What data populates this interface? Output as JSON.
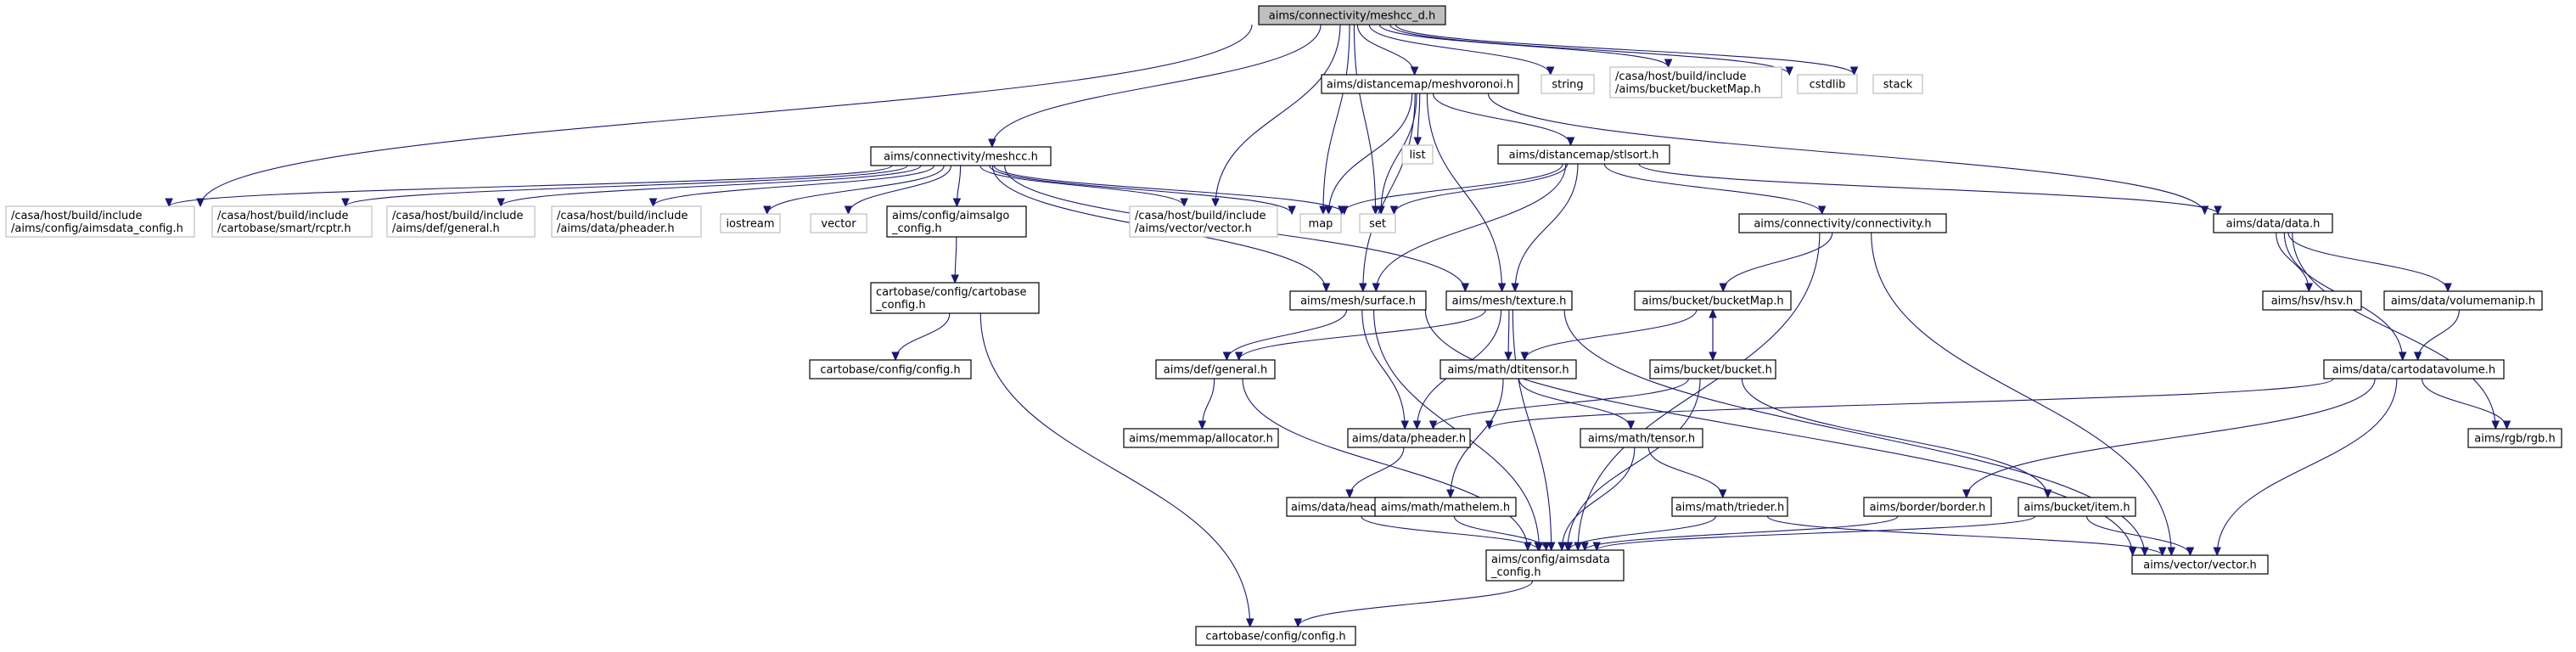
{
  "colors": {
    "edge": "#191970",
    "root_fill": "#bfbfbf",
    "external_border": "#bfbfbf",
    "node_border": "#000000"
  },
  "nodes": [
    {
      "id": "root",
      "lines": [
        "aims/connectivity/meshcc_d.h"
      ],
      "kind": "root"
    },
    {
      "id": "meshvoronoi",
      "lines": [
        "aims/distancemap/meshvoronoi.h"
      ],
      "kind": "file"
    },
    {
      "id": "string",
      "lines": [
        "string"
      ],
      "kind": "external"
    },
    {
      "id": "bucketmap_ext",
      "lines": [
        "/casa/host/build/include",
        "/aims/bucket/bucketMap.h"
      ],
      "kind": "external"
    },
    {
      "id": "cstdlib",
      "lines": [
        "cstdlib"
      ],
      "kind": "external"
    },
    {
      "id": "stack",
      "lines": [
        "stack"
      ],
      "kind": "external"
    },
    {
      "id": "list",
      "lines": [
        "list"
      ],
      "kind": "external"
    },
    {
      "id": "meshcc",
      "lines": [
        "aims/connectivity/meshcc.h"
      ],
      "kind": "file"
    },
    {
      "id": "stlsort",
      "lines": [
        "aims/distancemap/stlsort.h"
      ],
      "kind": "file"
    },
    {
      "id": "aimsdata_config_ext",
      "lines": [
        "/casa/host/build/include",
        "/aims/config/aimsdata_config.h"
      ],
      "kind": "external"
    },
    {
      "id": "rcptr_ext",
      "lines": [
        "/casa/host/build/include",
        "/cartobase/smart/rcptr.h"
      ],
      "kind": "external"
    },
    {
      "id": "general_ext",
      "lines": [
        "/casa/host/build/include",
        "/aims/def/general.h"
      ],
      "kind": "external"
    },
    {
      "id": "pheader_ext",
      "lines": [
        "/casa/host/build/include",
        "/aims/data/pheader.h"
      ],
      "kind": "external"
    },
    {
      "id": "iostream",
      "lines": [
        "iostream"
      ],
      "kind": "external"
    },
    {
      "id": "vector",
      "lines": [
        "vector"
      ],
      "kind": "external"
    },
    {
      "id": "aimsalgo_config",
      "lines": [
        "aims/config/aimsalgo",
        "_config.h"
      ],
      "kind": "file"
    },
    {
      "id": "vector_ext",
      "lines": [
        "/casa/host/build/include",
        "/aims/vector/vector.h"
      ],
      "kind": "external"
    },
    {
      "id": "map",
      "lines": [
        "map"
      ],
      "kind": "external"
    },
    {
      "id": "set",
      "lines": [
        "set"
      ],
      "kind": "external"
    },
    {
      "id": "connectivity",
      "lines": [
        "aims/connectivity/connectivity.h"
      ],
      "kind": "file"
    },
    {
      "id": "data",
      "lines": [
        "aims/data/data.h"
      ],
      "kind": "file"
    },
    {
      "id": "cartobase_config",
      "lines": [
        "cartobase/config/cartobase",
        "_config.h"
      ],
      "kind": "file"
    },
    {
      "id": "surface",
      "lines": [
        "aims/mesh/surface.h"
      ],
      "kind": "file"
    },
    {
      "id": "texture",
      "lines": [
        "aims/mesh/texture.h"
      ],
      "kind": "file"
    },
    {
      "id": "bucketMap",
      "lines": [
        "aims/bucket/bucketMap.h"
      ],
      "kind": "file"
    },
    {
      "id": "hsv",
      "lines": [
        "aims/hsv/hsv.h"
      ],
      "kind": "file"
    },
    {
      "id": "volumemanip",
      "lines": [
        "aims/data/volumemanip.h"
      ],
      "kind": "file"
    },
    {
      "id": "cb_config_small",
      "lines": [
        "cartobase/config/config.h"
      ],
      "kind": "file"
    },
    {
      "id": "general",
      "lines": [
        "aims/def/general.h"
      ],
      "kind": "file"
    },
    {
      "id": "dtitensor",
      "lines": [
        "aims/math/dtitensor.h"
      ],
      "kind": "file"
    },
    {
      "id": "bucket",
      "lines": [
        "aims/bucket/bucket.h"
      ],
      "kind": "file"
    },
    {
      "id": "cartodatavolume",
      "lines": [
        "aims/data/cartodatavolume.h"
      ],
      "kind": "file"
    },
    {
      "id": "allocator",
      "lines": [
        "aims/memmap/allocator.h"
      ],
      "kind": "file"
    },
    {
      "id": "pheader",
      "lines": [
        "aims/data/pheader.h"
      ],
      "kind": "file"
    },
    {
      "id": "tensor",
      "lines": [
        "aims/math/tensor.h"
      ],
      "kind": "file"
    },
    {
      "id": "rgb",
      "lines": [
        "aims/rgb/rgb.h"
      ],
      "kind": "file"
    },
    {
      "id": "header",
      "lines": [
        "aims/data/header.h"
      ],
      "kind": "file"
    },
    {
      "id": "mathelem",
      "lines": [
        "aims/math/mathelem.h"
      ],
      "kind": "file"
    },
    {
      "id": "trieder",
      "lines": [
        "aims/math/trieder.h"
      ],
      "kind": "file"
    },
    {
      "id": "border",
      "lines": [
        "aims/border/border.h"
      ],
      "kind": "file"
    },
    {
      "id": "item",
      "lines": [
        "aims/bucket/item.h"
      ],
      "kind": "file"
    },
    {
      "id": "aimsdata_config",
      "lines": [
        "aims/config/aimsdata",
        "_config.h"
      ],
      "kind": "file"
    },
    {
      "id": "vector_h",
      "lines": [
        "aims/vector/vector.h"
      ],
      "kind": "file"
    },
    {
      "id": "cb_config_bottom",
      "lines": [
        "cartobase/config/config.h"
      ],
      "kind": "file"
    }
  ],
  "edges": [
    [
      "root",
      "meshvoronoi"
    ],
    [
      "root",
      "string"
    ],
    [
      "root",
      "bucketmap_ext"
    ],
    [
      "root",
      "cstdlib"
    ],
    [
      "root",
      "stack"
    ],
    [
      "root",
      "meshcc"
    ],
    [
      "root",
      "aimsdata_config_ext"
    ],
    [
      "root",
      "vector_ext"
    ],
    [
      "root",
      "map"
    ],
    [
      "root",
      "set"
    ],
    [
      "meshvoronoi",
      "list"
    ],
    [
      "meshvoronoi",
      "stlsort"
    ],
    [
      "meshvoronoi",
      "data"
    ],
    [
      "meshvoronoi",
      "map"
    ],
    [
      "meshvoronoi",
      "set"
    ],
    [
      "meshvoronoi",
      "surface"
    ],
    [
      "meshvoronoi",
      "texture"
    ],
    [
      "meshcc",
      "aimsdata_config_ext"
    ],
    [
      "meshcc",
      "rcptr_ext"
    ],
    [
      "meshcc",
      "general_ext"
    ],
    [
      "meshcc",
      "pheader_ext"
    ],
    [
      "meshcc",
      "iostream"
    ],
    [
      "meshcc",
      "vector"
    ],
    [
      "meshcc",
      "aimsalgo_config"
    ],
    [
      "meshcc",
      "vector_ext"
    ],
    [
      "meshcc",
      "map"
    ],
    [
      "meshcc",
      "set"
    ],
    [
      "meshcc",
      "surface"
    ],
    [
      "meshcc",
      "texture"
    ],
    [
      "stlsort",
      "map"
    ],
    [
      "stlsort",
      "set"
    ],
    [
      "stlsort",
      "connectivity"
    ],
    [
      "stlsort",
      "data"
    ],
    [
      "stlsort",
      "surface"
    ],
    [
      "stlsort",
      "texture"
    ],
    [
      "aimsalgo_config",
      "cartobase_config"
    ],
    [
      "cartobase_config",
      "cb_config_small"
    ],
    [
      "cartobase_config",
      "cb_config_bottom"
    ],
    [
      "connectivity",
      "bucketMap"
    ],
    [
      "connectivity",
      "aimsdata_config"
    ],
    [
      "connectivity",
      "vector_h"
    ],
    [
      "data",
      "hsv"
    ],
    [
      "data",
      "volumemanip"
    ],
    [
      "data",
      "cartodatavolume"
    ],
    [
      "data",
      "rgb"
    ],
    [
      "volumemanip",
      "cartodatavolume"
    ],
    [
      "surface",
      "general"
    ],
    [
      "surface",
      "pheader"
    ],
    [
      "surface",
      "vector_h"
    ],
    [
      "surface",
      "aimsdata_config"
    ],
    [
      "texture",
      "general"
    ],
    [
      "texture",
      "dtitensor"
    ],
    [
      "texture",
      "pheader"
    ],
    [
      "texture",
      "vector_h"
    ],
    [
      "texture",
      "aimsdata_config"
    ],
    [
      "bucketMap",
      "bucket"
    ],
    [
      "bucketMap",
      "dtitensor"
    ],
    [
      "bucket",
      "bucketMap"
    ],
    [
      "bucket",
      "pheader"
    ],
    [
      "bucket",
      "item"
    ],
    [
      "bucket",
      "aimsdata_config"
    ],
    [
      "general",
      "allocator"
    ],
    [
      "general",
      "aimsdata_config"
    ],
    [
      "dtitensor",
      "tensor"
    ],
    [
      "dtitensor",
      "mathelem"
    ],
    [
      "cartodatavolume",
      "pheader"
    ],
    [
      "cartodatavolume",
      "border"
    ],
    [
      "cartodatavolume",
      "rgb"
    ],
    [
      "cartodatavolume",
      "vector_h"
    ],
    [
      "pheader",
      "header"
    ],
    [
      "tensor",
      "trieder"
    ],
    [
      "tensor",
      "aimsdata_config"
    ],
    [
      "header",
      "aimsdata_config"
    ],
    [
      "mathelem",
      "aimsdata_config"
    ],
    [
      "trieder",
      "aimsdata_config"
    ],
    [
      "trieder",
      "vector_h"
    ],
    [
      "border",
      "aimsdata_config"
    ],
    [
      "item",
      "aimsdata_config"
    ],
    [
      "item",
      "vector_h"
    ],
    [
      "aimsdata_config",
      "cb_config_bottom"
    ]
  ]
}
